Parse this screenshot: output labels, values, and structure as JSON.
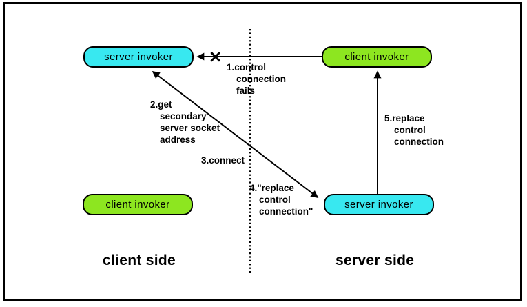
{
  "diagram": {
    "boxes": {
      "client_side_server_invoker": {
        "label": "server invoker",
        "fill": "#38e8f0"
      },
      "server_side_client_invoker": {
        "label": "client invoker",
        "fill": "#8de620"
      },
      "client_side_client_invoker": {
        "label": "client invoker",
        "fill": "#8de620"
      },
      "server_side_server_invoker": {
        "label": "server invoker",
        "fill": "#38e8f0"
      }
    },
    "steps": {
      "step1": "1.control\nconnection\nfails",
      "step2": "2.get\nsecondary\nserver socket\naddress",
      "step3": "3.connect",
      "step4": "4.\"replace\ncontrol\nconnection\"",
      "step5": "5.replace\ncontrol\nconnection"
    },
    "sides": {
      "left": "client side",
      "right": "server side"
    },
    "colors": {
      "cyan": "#38e8f0",
      "green": "#8de620",
      "line": "#000000",
      "background": "#ffffff"
    }
  }
}
